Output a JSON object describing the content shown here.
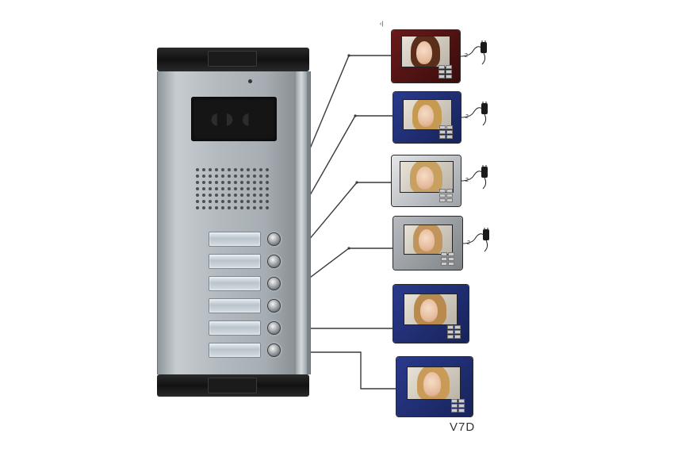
{
  "model_label": "V7D",
  "corner_mark": "‹|",
  "colors": {
    "background": "#ffffff",
    "panel_silver": "#b3babf",
    "panel_cap": "#1e1e1e",
    "monitor_red": "#6a1a1a",
    "monitor_blue": "#2a3a8c",
    "monitor_white": "#e4e6e8",
    "monitor_silver": "#b8bcc0",
    "wire": "#3a3a3a"
  },
  "door_panel": {
    "icons": [
      "camera-icon",
      "speaker-grille-icon",
      "microphone-icon"
    ],
    "call_button_count": 6
  },
  "monitors": [
    {
      "frame_color": "monitor_red",
      "wiring_mark": "2"
    },
    {
      "frame_color": "monitor_blue",
      "wiring_mark": "2"
    },
    {
      "frame_color": "monitor_white",
      "wiring_mark": "2"
    },
    {
      "frame_color": "monitor_silver",
      "wiring_mark": "2"
    },
    {
      "frame_color": "monitor_blue",
      "wiring_mark": ""
    },
    {
      "frame_color": "monitor_blue",
      "wiring_mark": ""
    }
  ]
}
